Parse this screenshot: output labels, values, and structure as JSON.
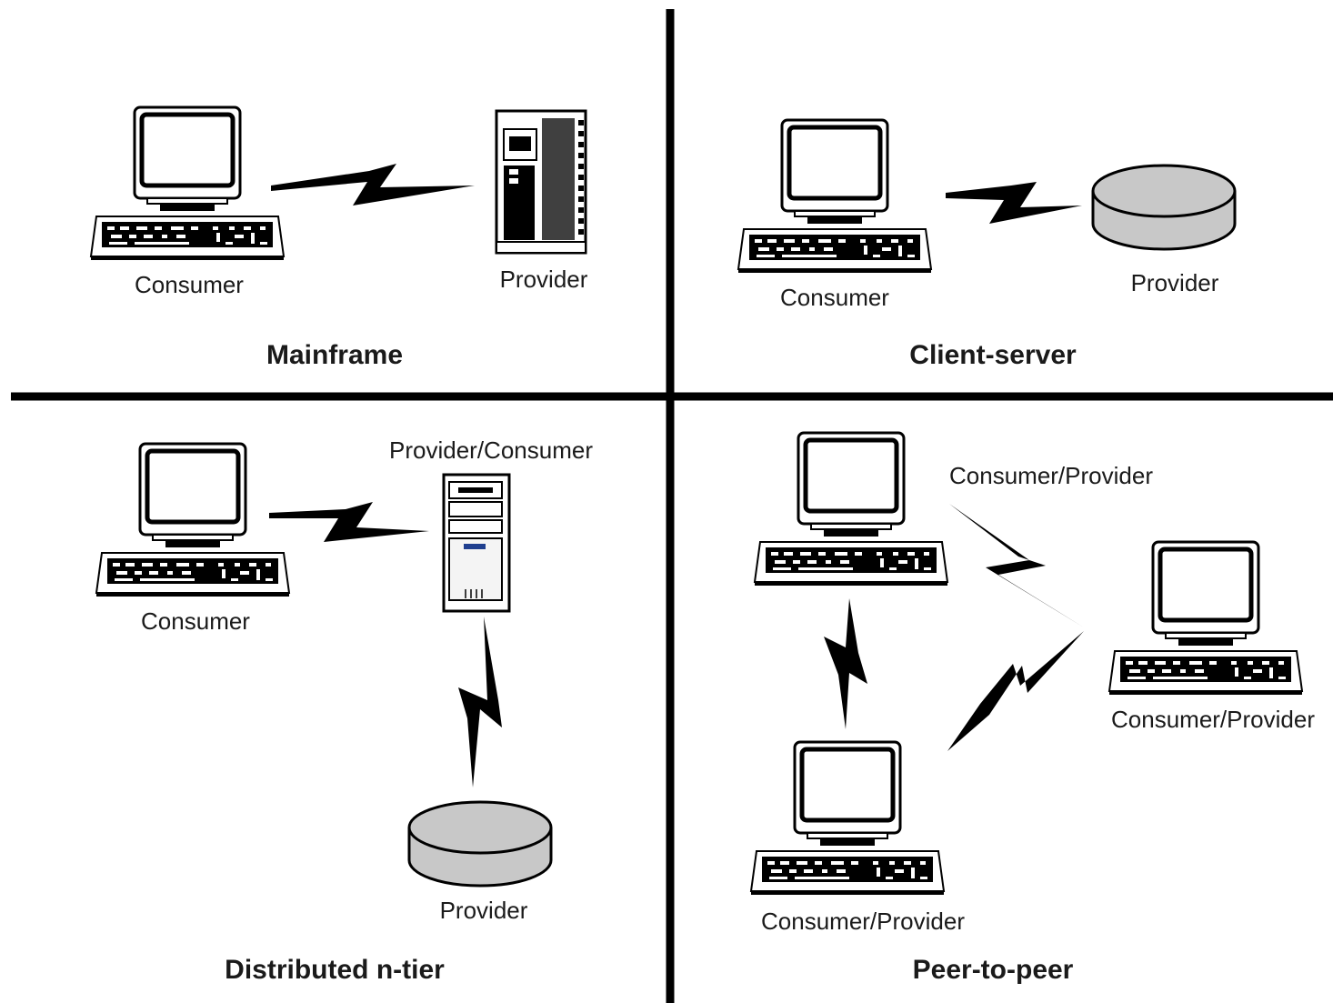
{
  "quadrants": [
    {
      "id": "mainframe",
      "title": "Mainframe",
      "labels": {
        "consumer": "Consumer",
        "provider": "Provider"
      }
    },
    {
      "id": "client-server",
      "title": "Client-server",
      "labels": {
        "consumer": "Consumer",
        "provider": "Provider"
      }
    },
    {
      "id": "distributed",
      "title": "Distributed n-tier",
      "labels": {
        "consumer": "Consumer",
        "middle": "Provider/Consumer",
        "provider": "Provider"
      }
    },
    {
      "id": "peer",
      "title": "Peer-to-peer",
      "labels": {
        "top": "Consumer/Provider",
        "right": "Consumer/Provider",
        "bottom": "Consumer/Provider"
      }
    }
  ],
  "icons": [
    "desktop-computer-icon",
    "mainframe-server-icon",
    "database-disk-icon",
    "tower-server-icon",
    "lightning-link-icon"
  ],
  "colors": {
    "line": "#000000",
    "disk": "#c8c8c8",
    "screen": "#ffffff",
    "accent": "#1f3f8f"
  }
}
